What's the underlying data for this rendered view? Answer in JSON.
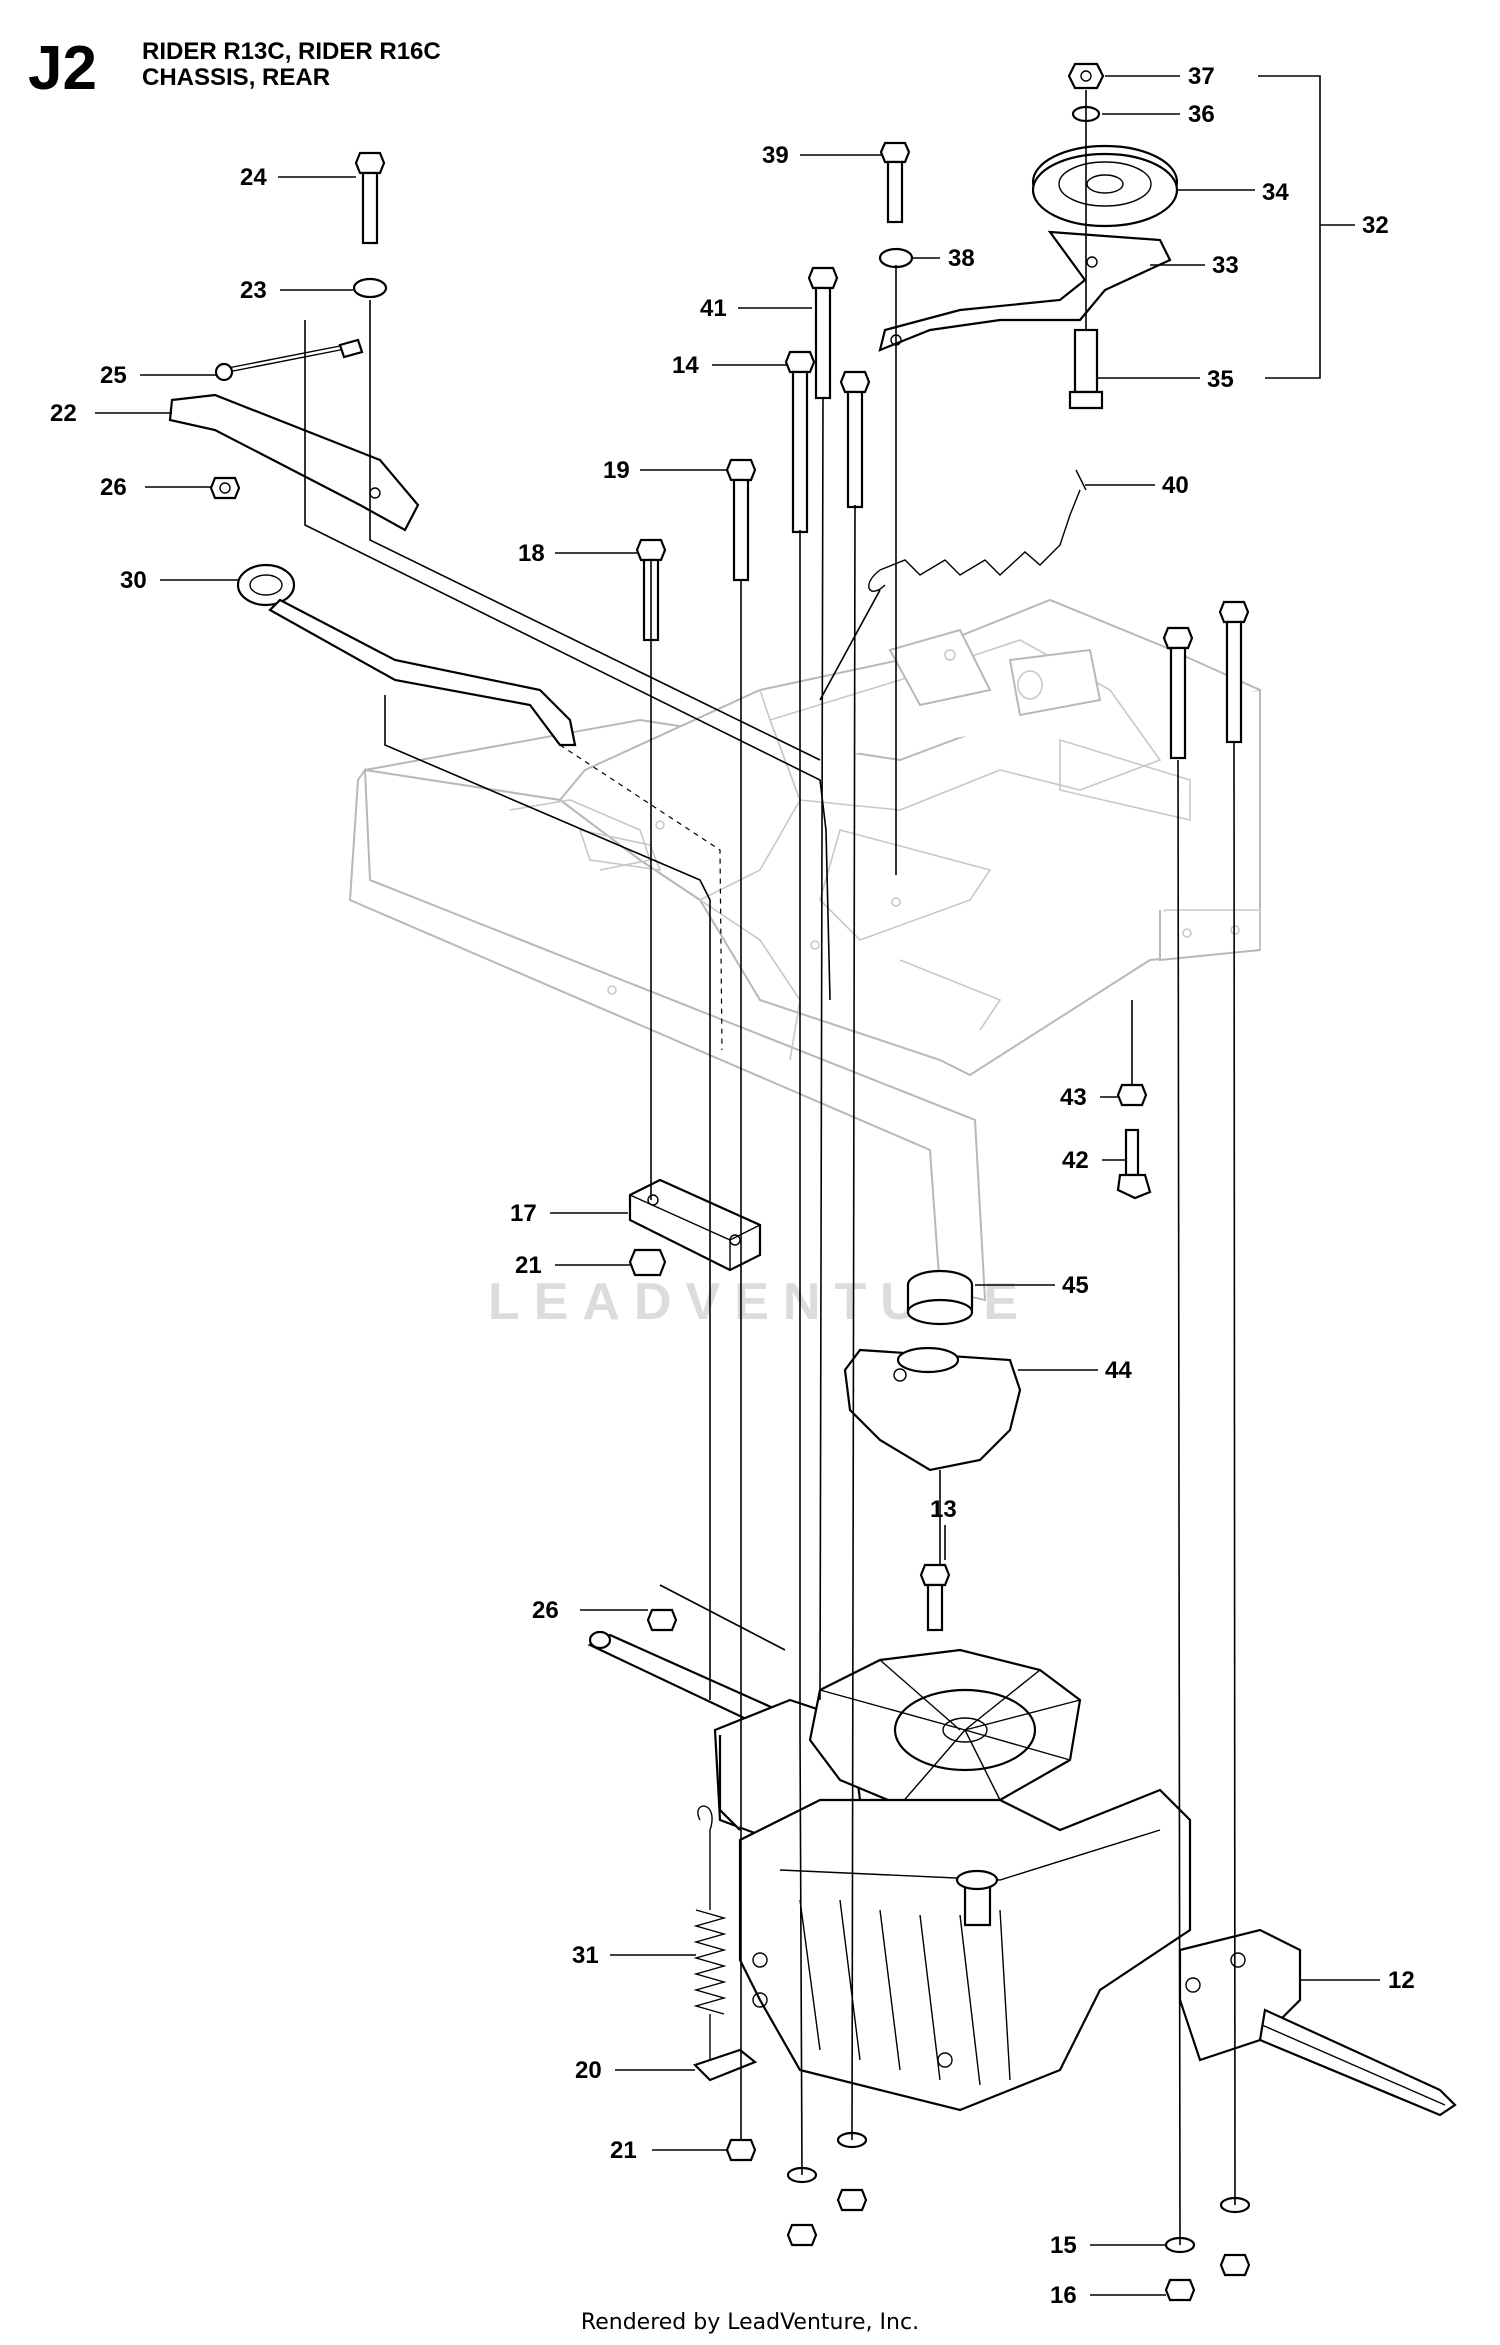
{
  "header": {
    "diagram_code": "J2",
    "line1": "RIDER R13C, RIDER R16C",
    "line2": "CHASSIS, REAR"
  },
  "watermark": "LEADVENTURE",
  "footer": "Rendered by LeadVenture, Inc.",
  "callouts": {
    "c37": "37",
    "c36": "36",
    "c34": "34",
    "c33": "33",
    "c35": "35",
    "c32": "32",
    "c39": "39",
    "c38": "38",
    "c41": "41",
    "c14": "14",
    "c19": "19",
    "c18": "18",
    "c40": "40",
    "c24": "24",
    "c23": "23",
    "c25": "25",
    "c22": "22",
    "c26a": "26",
    "c30": "30",
    "c43": "43",
    "c42": "42",
    "c17": "17",
    "c21a": "21",
    "c45": "45",
    "c44": "44",
    "c13": "13",
    "c26b": "26",
    "c31": "31",
    "c12": "12",
    "c20": "20",
    "c21b": "21",
    "c15": "15",
    "c16": "16"
  }
}
